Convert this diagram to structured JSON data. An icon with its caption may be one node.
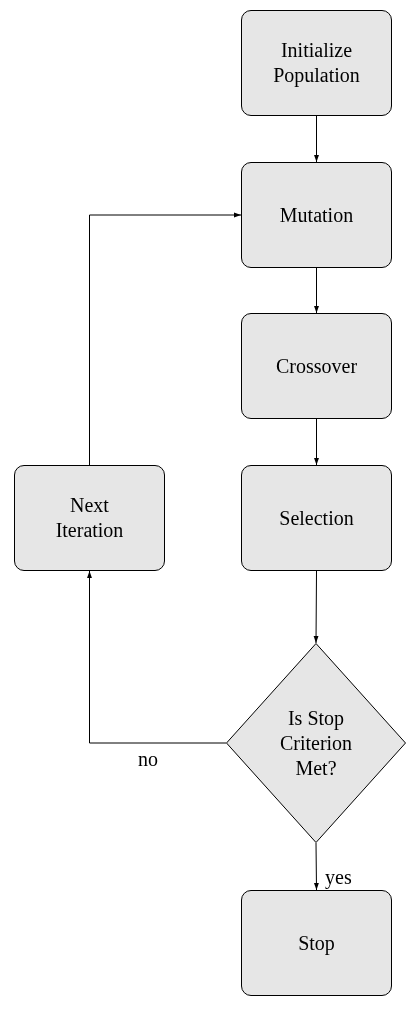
{
  "diagram": {
    "nodes": [
      {
        "text": [
          "Initialize Population"
        ]
      },
      {
        "text": [
          "Mutation"
        ]
      },
      {
        "text": [
          "Crossover"
        ]
      },
      {
        "text": [
          "Next Iteration"
        ]
      },
      {
        "text": [
          "Selection"
        ]
      },
      {
        "text": [
          "Is Stop Criterion Met?"
        ]
      },
      {
        "text": [
          "Stop"
        ]
      }
    ],
    "edges": [
      {
        "from": 0,
        "to": 1,
        "arrow": "to"
      },
      {
        "from": 1,
        "to": 2,
        "arrow": "to"
      },
      {
        "from": 2,
        "to": 4,
        "arrow": "to"
      },
      {
        "from": 4,
        "to": 5,
        "arrow": "to"
      },
      {
        "from": 5,
        "to": 6,
        "arrow": "to",
        "label": "yes"
      },
      {
        "from": 5,
        "to": 3,
        "arrow": "to",
        "label": "no"
      },
      {
        "from": 3,
        "to": 1,
        "arrow": "to"
      }
    ]
  }
}
